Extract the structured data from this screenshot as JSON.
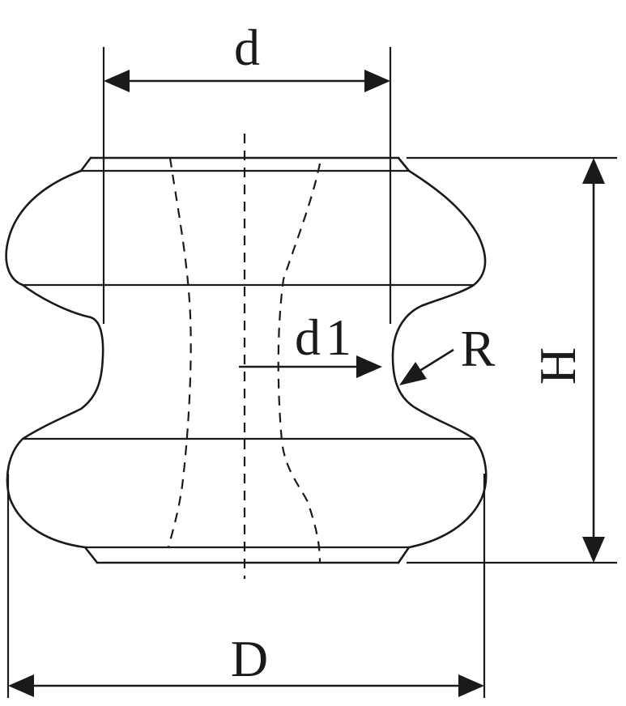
{
  "diagram": {
    "labels": {
      "d": "d",
      "d1": "d1",
      "R": "R",
      "H": "H",
      "D": "D"
    },
    "colors": {
      "ink": "#1a1a1a",
      "background": "#ffffff"
    }
  }
}
